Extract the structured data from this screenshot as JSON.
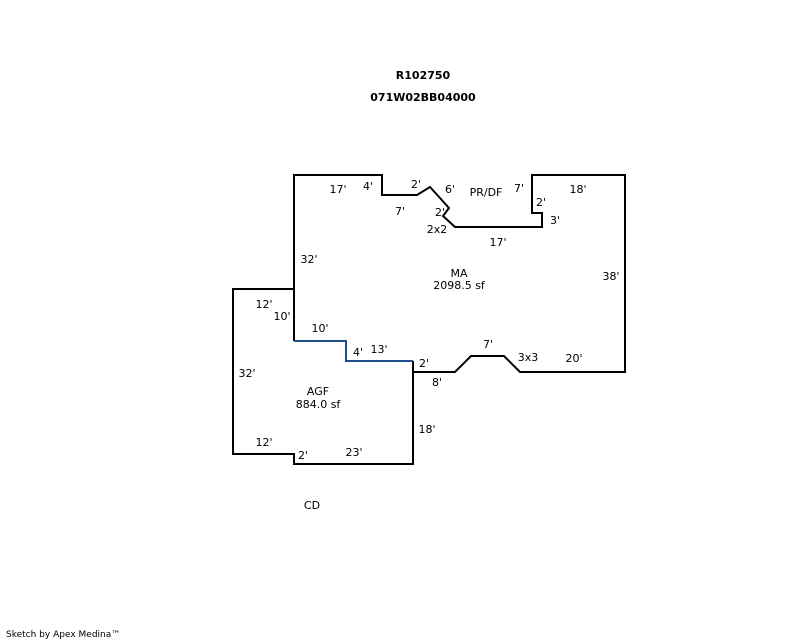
{
  "header": {
    "parcel_id": "R102750",
    "map_number": "071W02BB04000"
  },
  "areas": {
    "main": {
      "code": "MA",
      "size": "2098.5 sf"
    },
    "garage": {
      "code": "AGF",
      "size": "884.0 sf"
    },
    "deck": {
      "code": "PR/DF"
    },
    "cd": {
      "code": "CD"
    }
  },
  "dimensions": {
    "ma_top_left": "17'",
    "ma_top_4": "4'",
    "ma_top_2a": "2'",
    "ma_top_6": "6'",
    "ma_top_7b": "7'",
    "ma_top_18": "18'",
    "ma_notch_7": "7'",
    "ma_notch_2": "2'",
    "ma_notch_2x2": "2x2",
    "ma_notch_2r": "2'",
    "ma_notch_3": "3'",
    "ma_notch_17": "17'",
    "ma_left_32": "32'",
    "ma_right_38": "38'",
    "ma_left_10": "10'",
    "ma_step_10": "10'",
    "ma_step_4": "4'",
    "ma_step_13": "13'",
    "ma_bot_2": "2'",
    "ma_bot_8": "8'",
    "ma_bot_7": "7'",
    "ma_bot_3x3": "3x3",
    "ma_bot_20": "20'",
    "agf_top_12": "12'",
    "agf_left_32": "32'",
    "agf_right_18": "18'",
    "agf_bot_12": "12'",
    "agf_bot_2": "2'",
    "agf_bot_23": "23'"
  },
  "footer": {
    "credit": "Sketch by Apex Medina™"
  }
}
